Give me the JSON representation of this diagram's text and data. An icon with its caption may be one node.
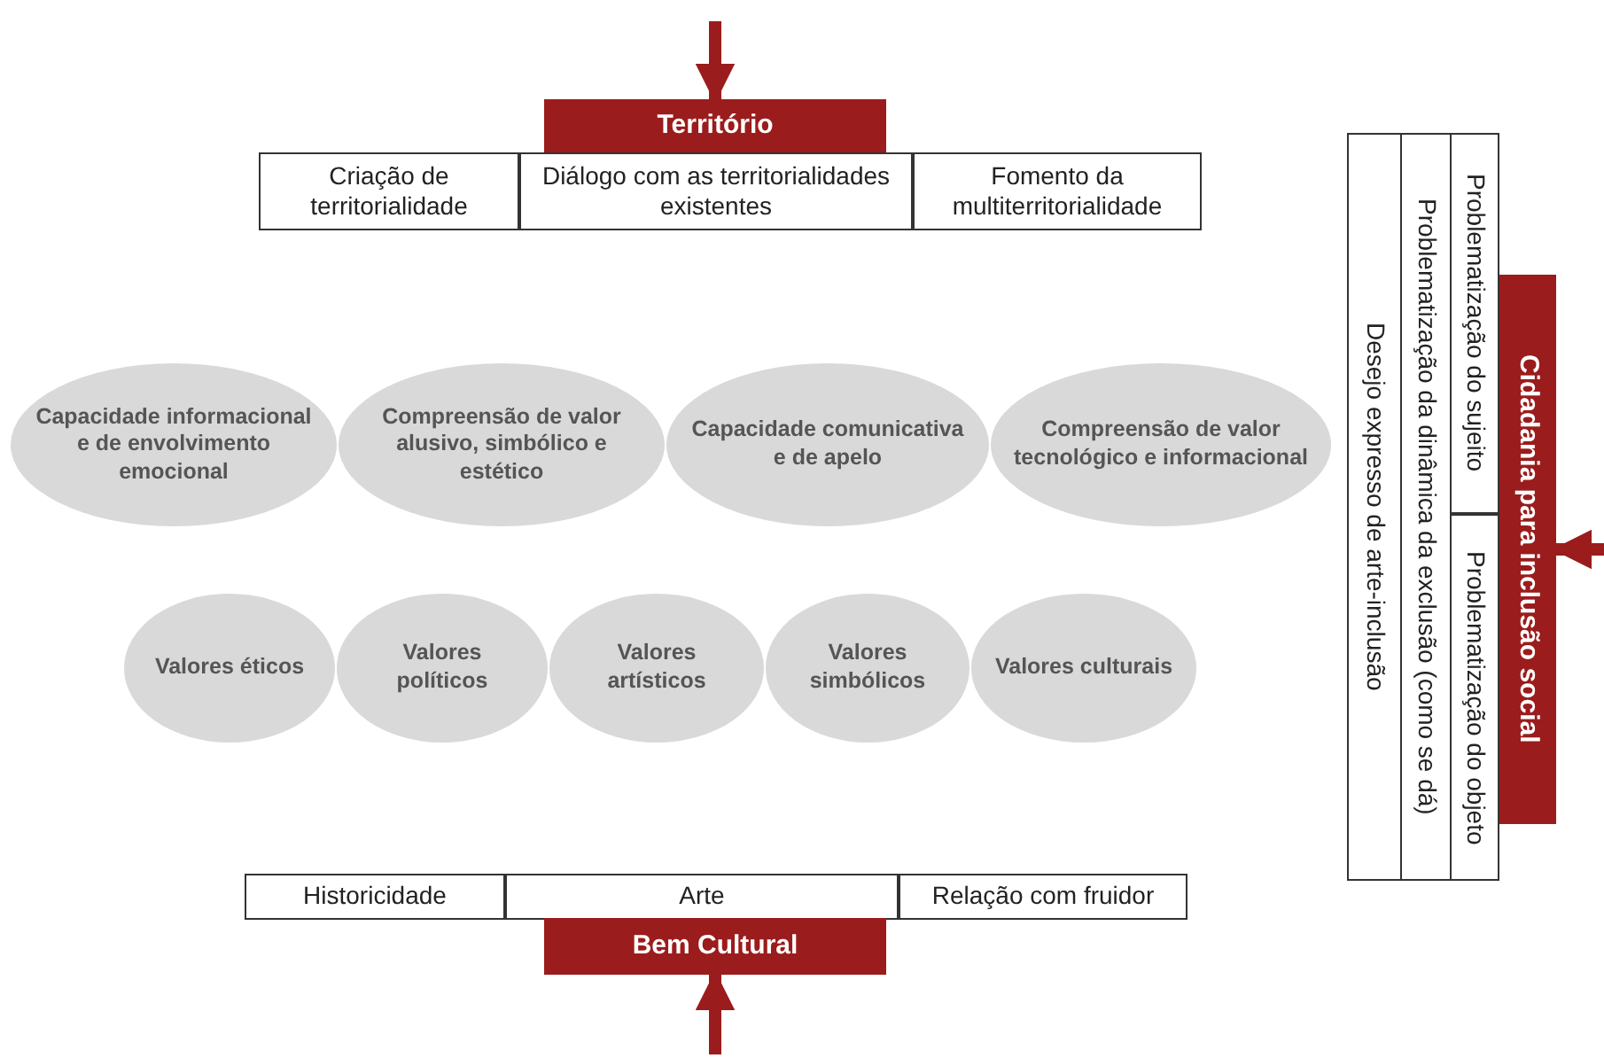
{
  "diagram": {
    "nodes": [
      {
        "text": [
          "Território"
        ]
      },
      {
        "text": [
          "Criação de territorialidade"
        ]
      },
      {
        "text": [
          "Diálogo com as territorialidades existentes"
        ]
      },
      {
        "text": [
          "Fomento da multiterritorialidade"
        ]
      },
      {
        "text": [
          "Capacidade informacional e de envolvimento emocional"
        ]
      },
      {
        "text": [
          "Compreensão de valor alusivo, simbólico e estético"
        ]
      },
      {
        "text": [
          "Capacidade comunicativa e de apelo"
        ]
      },
      {
        "text": [
          "Compreensão de valor tecnológico e informacional"
        ]
      },
      {
        "text": [
          "Valores éticos"
        ]
      },
      {
        "text": [
          "Valores políticos"
        ]
      },
      {
        "text": [
          "Valores artísticos"
        ]
      },
      {
        "text": [
          "Valores simbólicos"
        ]
      },
      {
        "text": [
          "Valores culturais"
        ]
      },
      {
        "text": [
          "Historicidade"
        ]
      },
      {
        "text": [
          "Arte"
        ]
      },
      {
        "text": [
          "Relação com fruidor"
        ]
      },
      {
        "text": [
          "Bem Cultural"
        ]
      },
      {
        "text": [
          "Cidadania para inclusão social"
        ]
      },
      {
        "text": [
          "Problematização do sujeito"
        ]
      },
      {
        "text": [
          "Problematização do objeto"
        ]
      },
      {
        "text": [
          "Problematização da dinâmica da exclusão (como se dá)"
        ]
      },
      {
        "text": [
          "Desejo expresso de arte-inclusão"
        ]
      }
    ],
    "edges": [
      {
        "from": null,
        "to": 0,
        "arrow": "to"
      },
      {
        "from": null,
        "to": 16,
        "arrow": "to"
      },
      {
        "from": null,
        "to": 17,
        "arrow": "to"
      }
    ]
  }
}
